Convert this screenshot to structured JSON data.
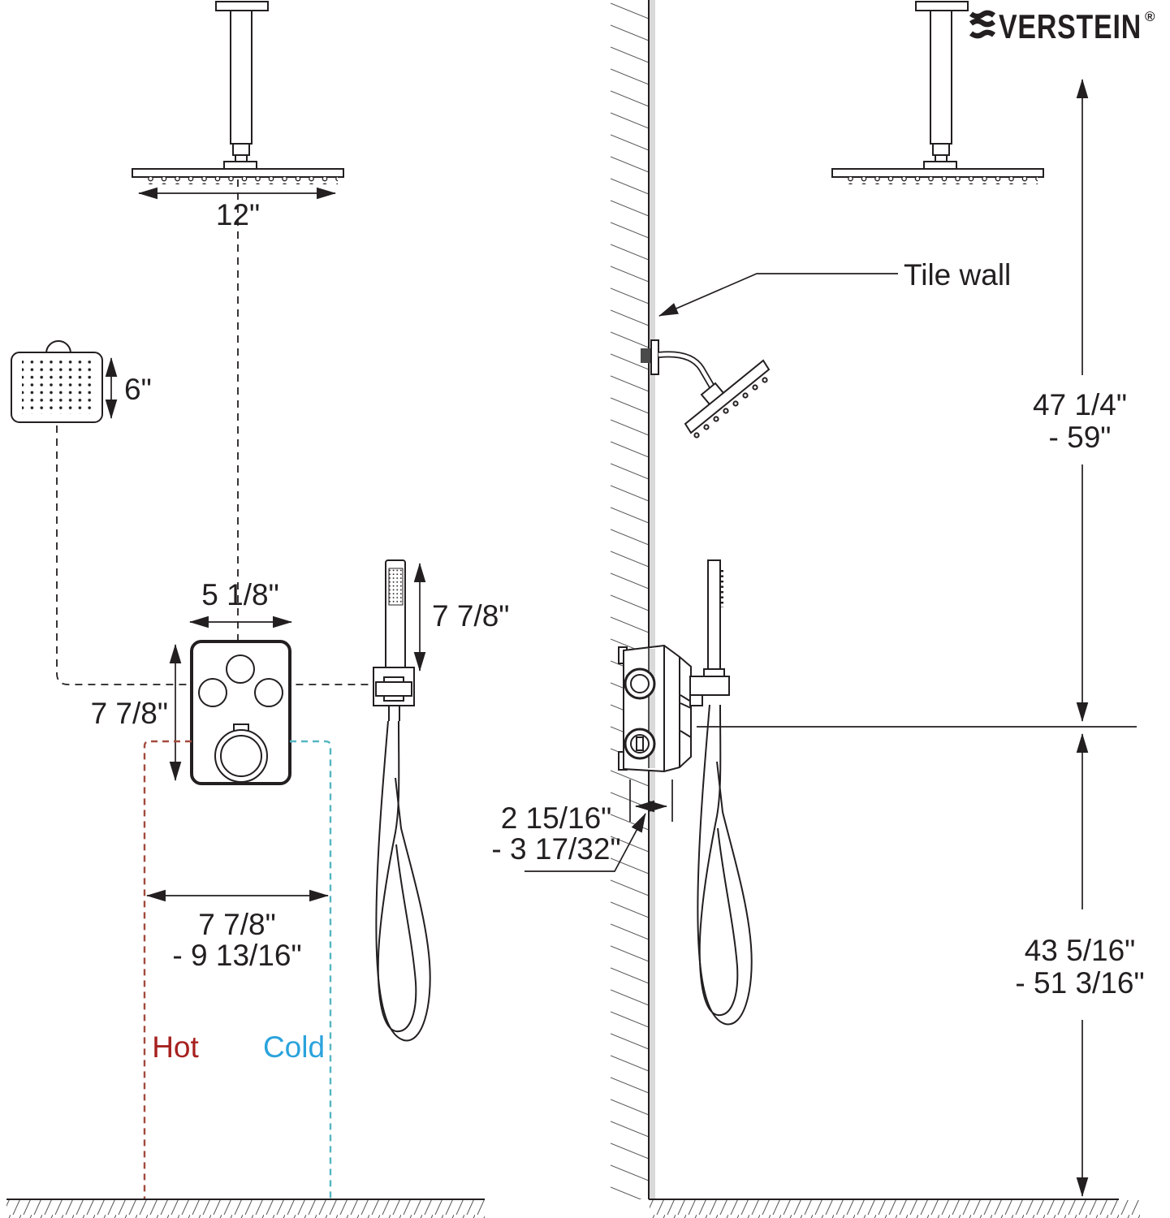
{
  "brand": {
    "name": "EVERSTEIN",
    "wordmark_visible_part": "VERSTEIN",
    "registered_mark": "®"
  },
  "front_view": {
    "rain_head_width_label": "12\"",
    "side_head_size_label": "6\"",
    "valve_width_label": "5 1/8\"",
    "valve_height_label": "7 7/8\"",
    "handshower_length_label": "7 7/8\"",
    "supply_spacing_label_line1": "7 7/8\"",
    "supply_spacing_label_line2": "- 9 13/16\"",
    "hot_label": "Hot",
    "cold_label": "Cold"
  },
  "side_view": {
    "tile_wall_label": "Tile wall",
    "rain_head_height_label_line1": "47 1/4\"",
    "rain_head_height_label_line2": "- 59\"",
    "wall_thickness_label_line1": "2 15/16\"",
    "wall_thickness_label_line2": "- 3 17/32\"",
    "valve_height_label_line1": "43 5/16\"",
    "valve_height_label_line2": "- 51 3/16\""
  },
  "colors": {
    "ink": "#231f20",
    "hot": "#a6211f",
    "cold": "#2aa3dc",
    "hot_line": "#a34a3e",
    "cold_line": "#55b6c2",
    "wall_shade": "#d9d9d9"
  }
}
